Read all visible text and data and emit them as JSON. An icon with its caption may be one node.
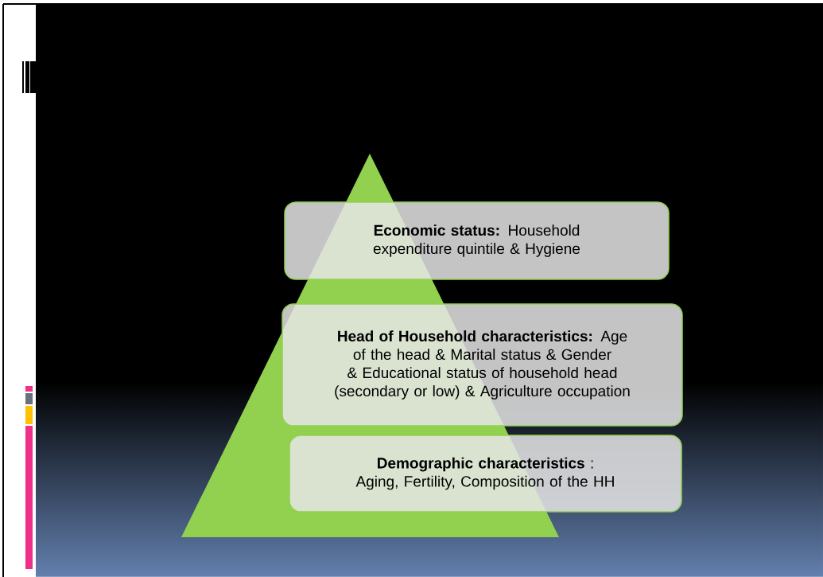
{
  "diagram": {
    "nodes": [
      {
        "text": [],
        "shape": "triangle"
      },
      {
        "text": [
          "**Economic status:** Household expenditure quintile & Hygiene"
        ]
      },
      {
        "text": [
          "**Head of Household characteristics:** Age of the head & Marital status & Gender & Educational status of household head (secondary or low) & Agriculture occupation"
        ]
      },
      {
        "text": [
          "**Demographic characteristics** : Aging, Fertility, Composition of the HH"
        ]
      }
    ]
  }
}
